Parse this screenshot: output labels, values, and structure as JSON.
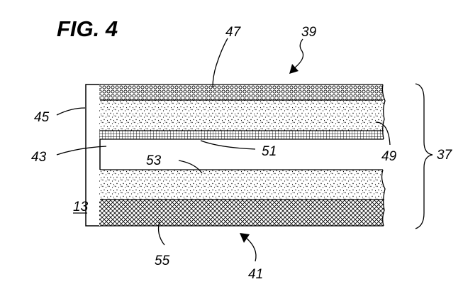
{
  "figure_title": "FIG. 4",
  "labels": {
    "l13": "13",
    "l37": "37",
    "l39": "39",
    "l41": "41",
    "l43": "43",
    "l45": "45",
    "l47": "47",
    "l49": "49",
    "l51": "51",
    "l53": "53",
    "l55": "55"
  }
}
